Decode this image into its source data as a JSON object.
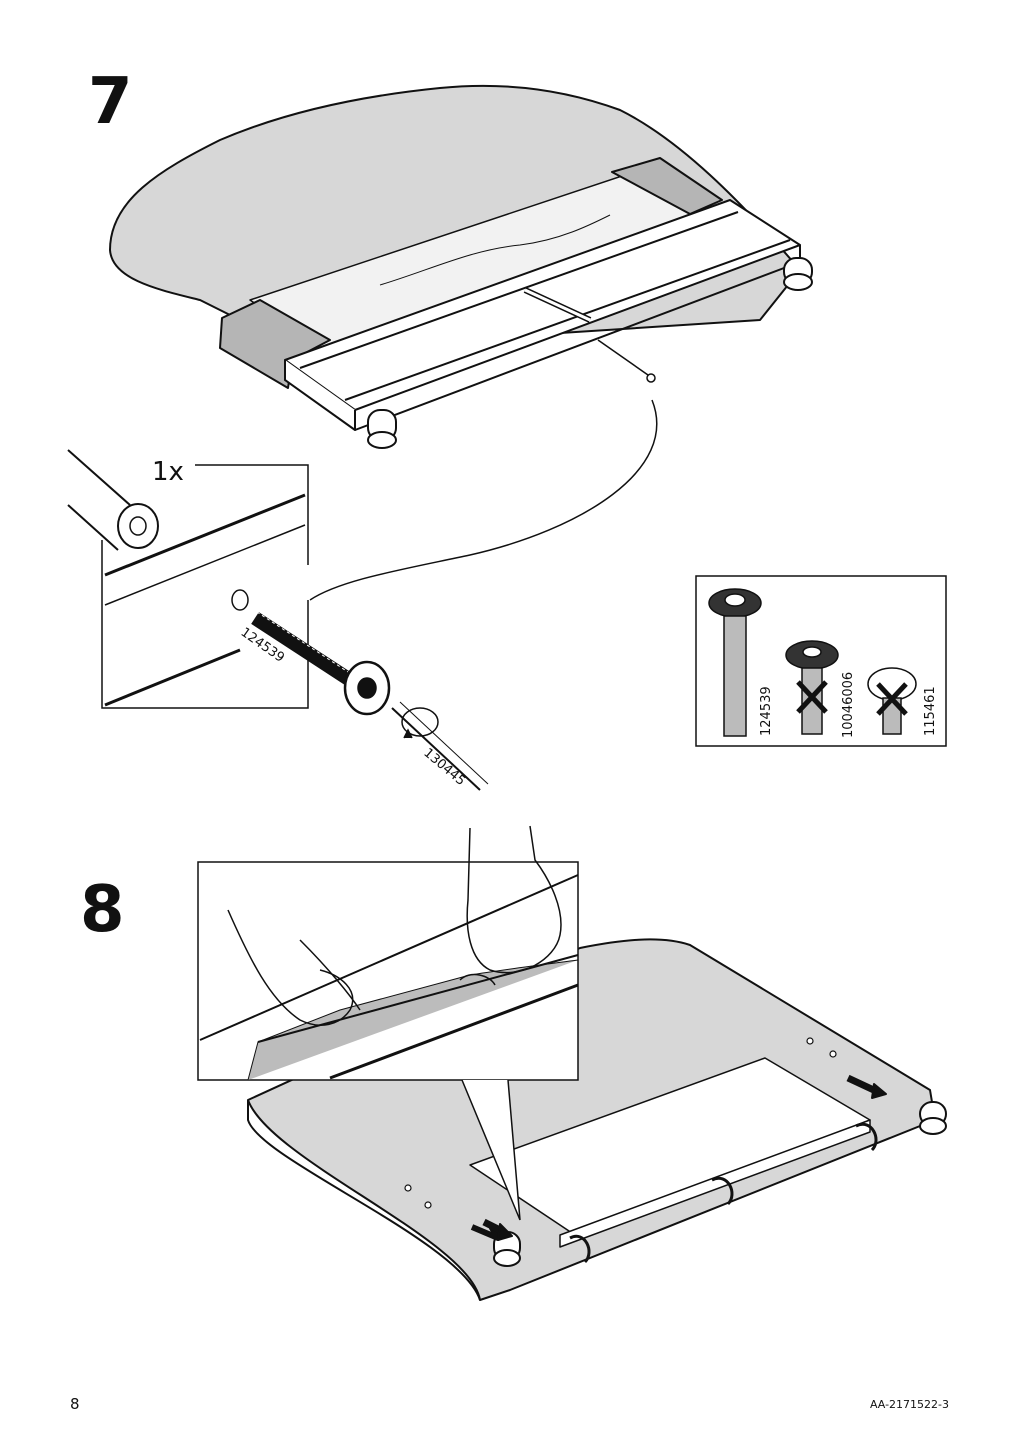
{
  "page": {
    "number": "8",
    "doc_code": "AA-2171522-3"
  },
  "step7": {
    "number": "7",
    "quantity": "1x",
    "screw_part": "124539",
    "tool_part": "130445",
    "panel": {
      "parts": [
        "124539",
        "10046006",
        "115461"
      ]
    }
  },
  "step8": {
    "number": "8"
  },
  "colors": {
    "fabric": "#d7d7d7",
    "fabric_dark": "#b5b5b5",
    "line": "#111111"
  }
}
